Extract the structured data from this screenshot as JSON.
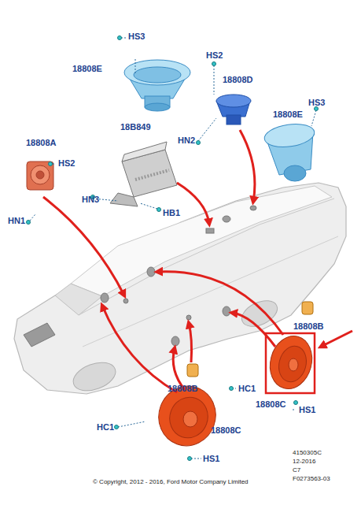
{
  "diagram": {
    "labels": [
      "HS3",
      "18808E",
      "HS2",
      "18808D",
      "HS3",
      "18808E",
      "HN2",
      "18B849",
      "18808A",
      "HS2",
      "HN3",
      "HB1",
      "HN1",
      "18808B",
      "HC1",
      "18808C",
      "HS1",
      "18808B",
      "HC1",
      "18808C",
      "HS1",
      "4150305C",
      "12-2016",
      "C7",
      "F0273563-03",
      "© Copyright, 2012 - 2016, Ford Motor Company Limited"
    ]
  }
}
